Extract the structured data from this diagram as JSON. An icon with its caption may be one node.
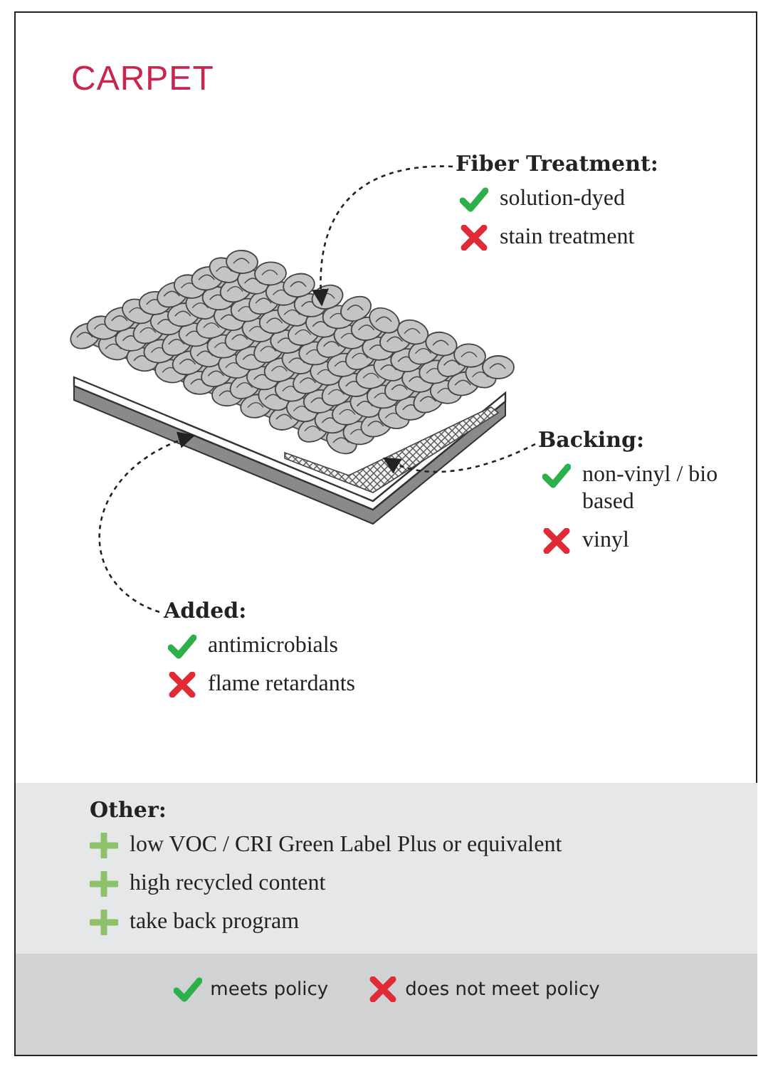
{
  "diagram": {
    "title": "CARPET",
    "nodes": [
      {
        "text": [
          "Fiber Treatment:",
          "solution-dyed",
          "stain treatment"
        ]
      },
      {
        "text": [],
        "shape": "picture"
      },
      {
        "text": [
          "Backing:",
          "non-vinyl / bio based",
          "vinyl"
        ]
      },
      {
        "text": [],
        "shape": "picture"
      },
      {
        "text": [
          "Added:",
          "antimicrobials",
          "flame retardants"
        ]
      },
      {
        "text": [],
        "shape": "picture"
      },
      {
        "text": [
          "Other:",
          "low VOC / CRI Green Label Plus or equivalent",
          "high recycled content",
          "take back program"
        ]
      }
    ],
    "edges": [
      {
        "from": 0,
        "to": 1,
        "arrow": "to",
        "style": "dashed"
      },
      {
        "from": 2,
        "to": 3,
        "arrow": "to",
        "style": "dashed"
      },
      {
        "from": 4,
        "to": 5,
        "arrow": "to",
        "style": "dashed"
      }
    ],
    "legend": [
      {
        "text": "meets policy"
      },
      {
        "text": "does not meet policy"
      }
    ]
  }
}
